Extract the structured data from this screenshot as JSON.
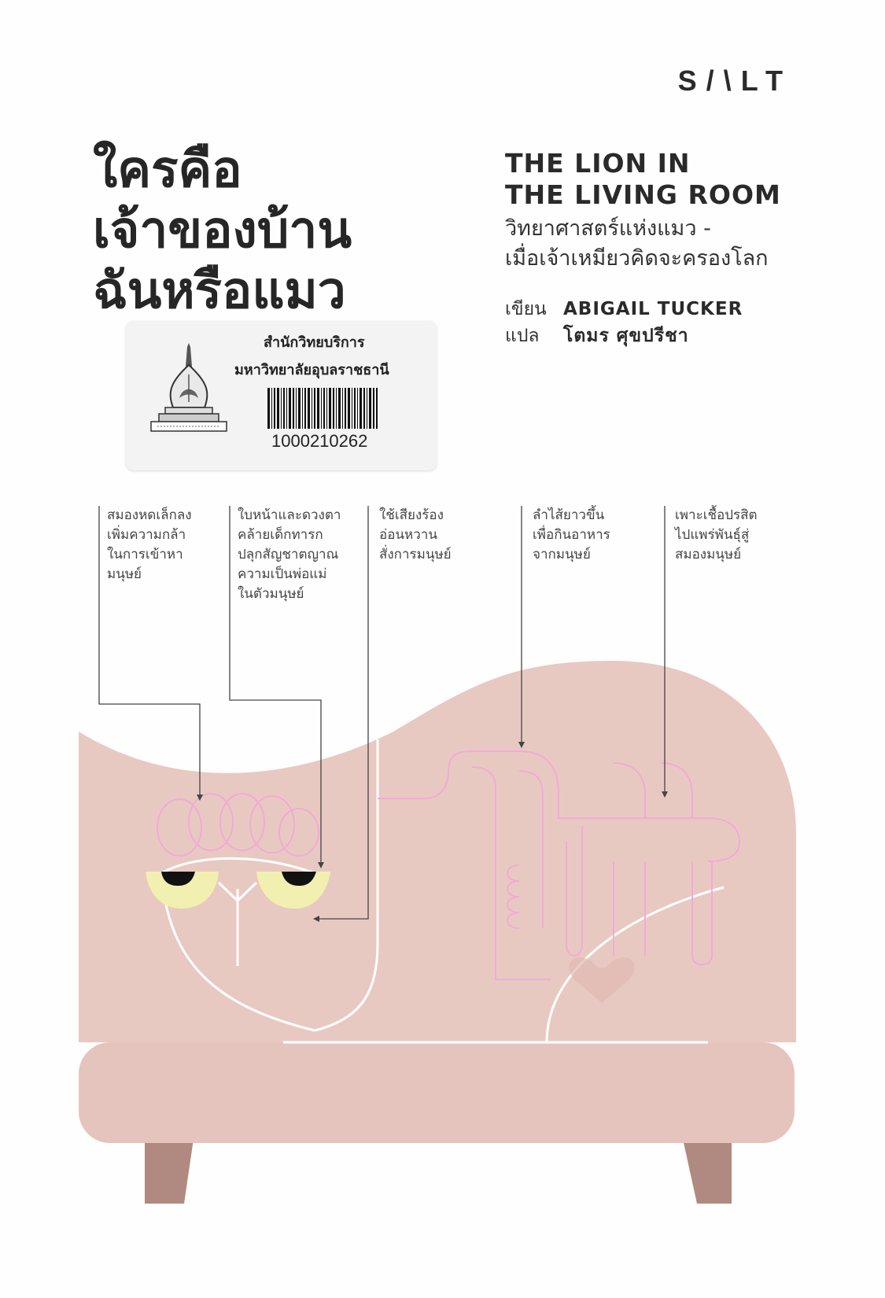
{
  "publisher": "S/\\LT",
  "thai_title": "ใครคือ\nเจ้าของบ้าน\nฉันหรือแมว",
  "english_title": "THE LION IN\nTHE LIVING ROOM",
  "subtitle": "วิทยาศาสตร์แห่งแมว -\nเมื่อเจ้าเหมียวคิดจะครองโลก",
  "credits": [
    {
      "role": "เขียน",
      "name": "ABIGAIL TUCKER"
    },
    {
      "role": "แปล",
      "name": "โตมร ศุขปรีชา"
    }
  ],
  "library_label": {
    "name_line1": "สำนักวิทยบริการ",
    "name_line2": "มหาวิทยาลัยอุบลราชธานี",
    "barcode_number": "1000210262"
  },
  "annotations": [
    "สมองหดเล็กลง\nเพิ่มความกล้า\nในการเข้าหา\nมนุษย์",
    "ใบหน้าและดวงตา\nคล้ายเด็กทารก\nปลุกสัญชาตญาณ\nความเป็นพ่อแม่\nในตัวมนุษย์",
    "ใช้เสียงร้อง\nอ่อนหวาน\nสั่งการมนุษย์",
    "ลำไส้ยาวขึ้น\nเพื่อกินอาหาร\nจากมนุษย์",
    "เพาะเชื้อปรสิต\nไปแพร่พันธุ์สู่\nสมองมนุษย์"
  ],
  "colors": {
    "cat_pink": "#e8c9c2",
    "sofa_pink": "#e5c4bd",
    "line_pink": "#f3a9d8",
    "leg_brown": "#b08a80",
    "eye_yellow": "#f2f0b0"
  }
}
